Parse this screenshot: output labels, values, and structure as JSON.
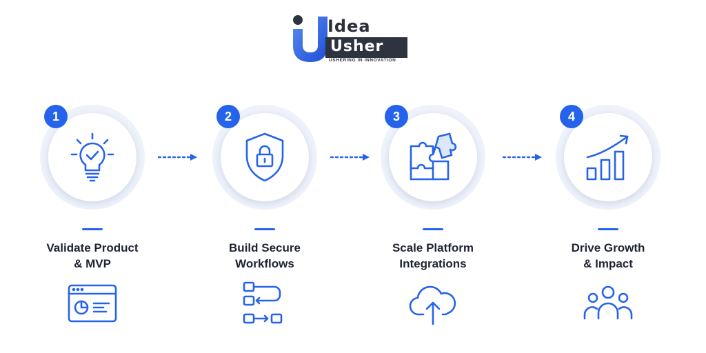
{
  "logo": {
    "word1": "Idea",
    "word2": "Usher",
    "tagline": "USHERING IN INNOVATION"
  },
  "colors": {
    "accent": "#2563eb",
    "text": "#1f2430",
    "ring": "#eef2fa"
  },
  "steps": [
    {
      "number": "1",
      "title_line1": "Validate Product",
      "title_line2": "& MVP",
      "main_icon": "lightbulb-check-icon",
      "sub_icon": "dashboard-window-icon"
    },
    {
      "number": "2",
      "title_line1": "Build Secure",
      "title_line2": "Workflows",
      "main_icon": "shield-lock-icon",
      "sub_icon": "workflow-icon"
    },
    {
      "number": "3",
      "title_line1": "Scale Platform",
      "title_line2": "Integrations",
      "main_icon": "puzzle-icon",
      "sub_icon": "cloud-upload-icon"
    },
    {
      "number": "4",
      "title_line1": "Drive Growth",
      "title_line2": "& Impact",
      "main_icon": "growth-chart-icon",
      "sub_icon": "team-icon"
    }
  ]
}
